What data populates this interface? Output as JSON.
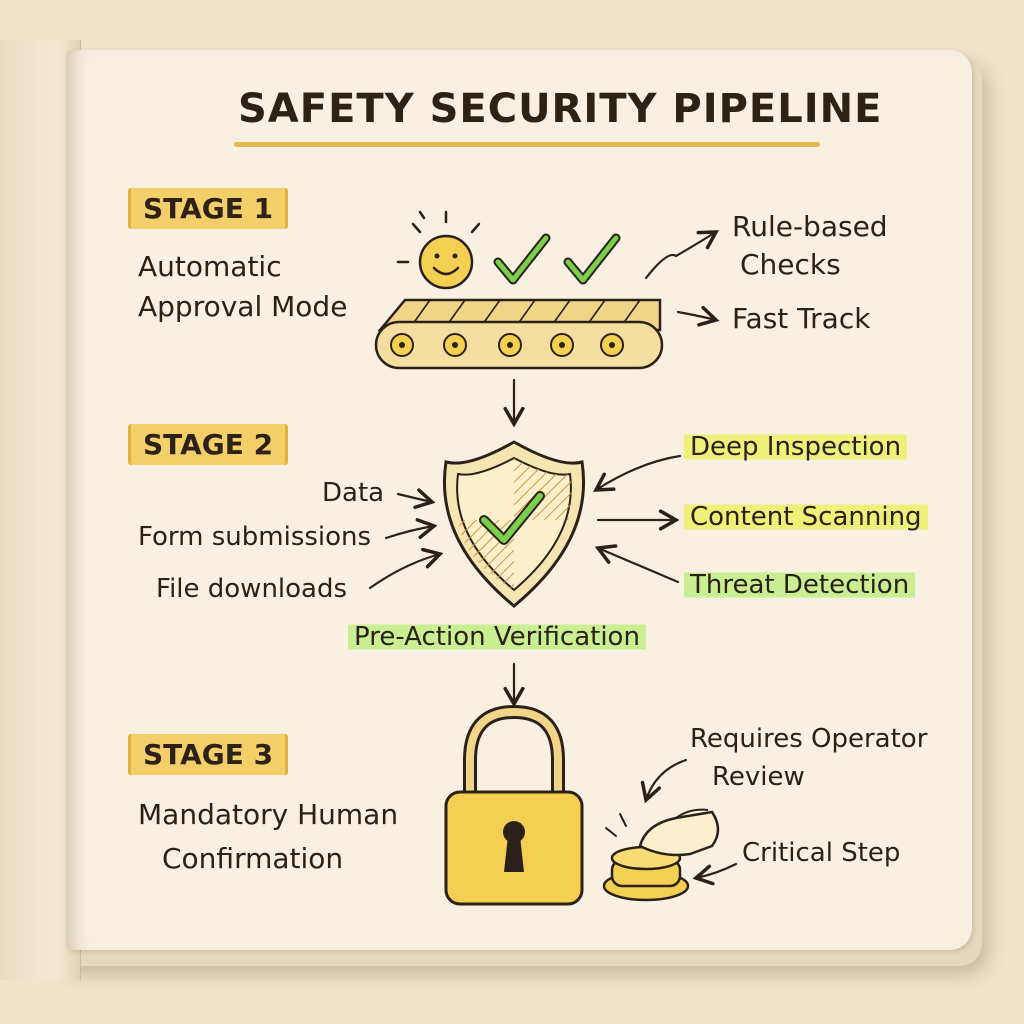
{
  "title": "SAFETY SECURITY PIPELINE",
  "stage1": {
    "badge": "STAGE 1",
    "name_line1": "Automatic",
    "name_line2": "Approval Mode",
    "note_line1": "Rule-based",
    "note_line2": "Checks",
    "note2": "Fast Track"
  },
  "stage2": {
    "badge": "STAGE 2",
    "inputs": [
      "Data",
      "Form submissions",
      "File downloads"
    ],
    "outputs": [
      "Deep Inspection",
      "Content Scanning",
      "Threat Detection"
    ],
    "caption": "Pre-Action Verification"
  },
  "stage3": {
    "badge": "STAGE 3",
    "name_line1": "Mandatory Human",
    "name_line2": "Confirmation",
    "note_line1": "Requires Operator",
    "note_line2": "Review",
    "note2": "Critical Step"
  },
  "colors": {
    "badge": "#f3cf6a",
    "highlight_yellow": "#eef07a",
    "highlight_green": "#c9ef92",
    "check": "#7ccf4a",
    "ink": "#2b211a"
  }
}
